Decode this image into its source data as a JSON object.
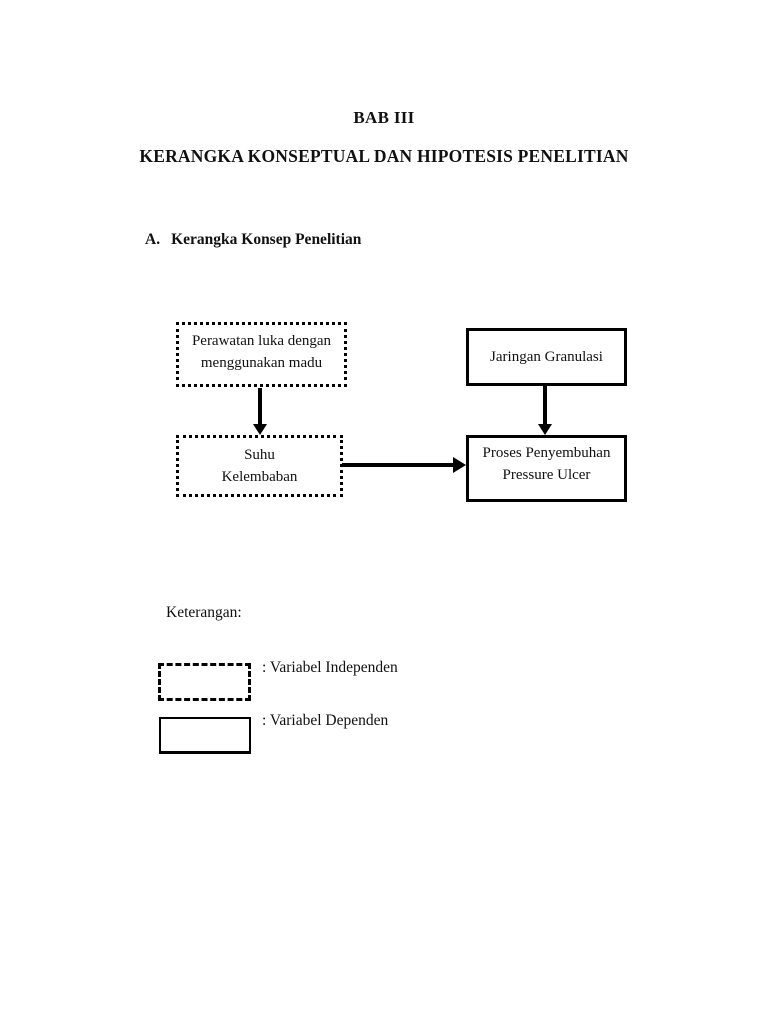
{
  "page": {
    "background": "#ffffff",
    "ink": "#111111",
    "title": "BAB III",
    "subtitle": "KERANGKA KONSEPTUAL DAN HIPOTESIS PENELITIAN",
    "section": {
      "marker": "A.",
      "title": "Kerangka Konsep Penelitian"
    }
  },
  "diagram": {
    "boxes": [
      {
        "id": "perawatan-madu",
        "border": "dotted",
        "lines": [
          "Perawatan luka dengan",
          "menggunakan madu"
        ]
      },
      {
        "id": "jaringan-granulasi",
        "border": "solid",
        "lines": [
          "Jaringan Granulasi"
        ]
      },
      {
        "id": "suhu-kelembaban",
        "border": "dotted",
        "lines": [
          "Suhu",
          "Kelembaban"
        ]
      },
      {
        "id": "proses-penyembuhan",
        "border": "solid",
        "lines": [
          "Proses Penyembuhan",
          "Pressure Ulcer"
        ]
      }
    ],
    "arrows": [
      {
        "from": "perawatan-madu",
        "to": "suhu-kelembaban",
        "direction": "down"
      },
      {
        "from": "jaringan-granulasi",
        "to": "proses-penyembuhan",
        "direction": "down"
      },
      {
        "from": "suhu-kelembaban",
        "to": "proses-penyembuhan",
        "direction": "right"
      }
    ]
  },
  "legend": {
    "heading": "Keterangan:",
    "items": [
      {
        "swatch": "dashed-box",
        "label": ": Variabel Independen"
      },
      {
        "swatch": "solid-box",
        "label": ": Variabel Dependen"
      }
    ]
  }
}
